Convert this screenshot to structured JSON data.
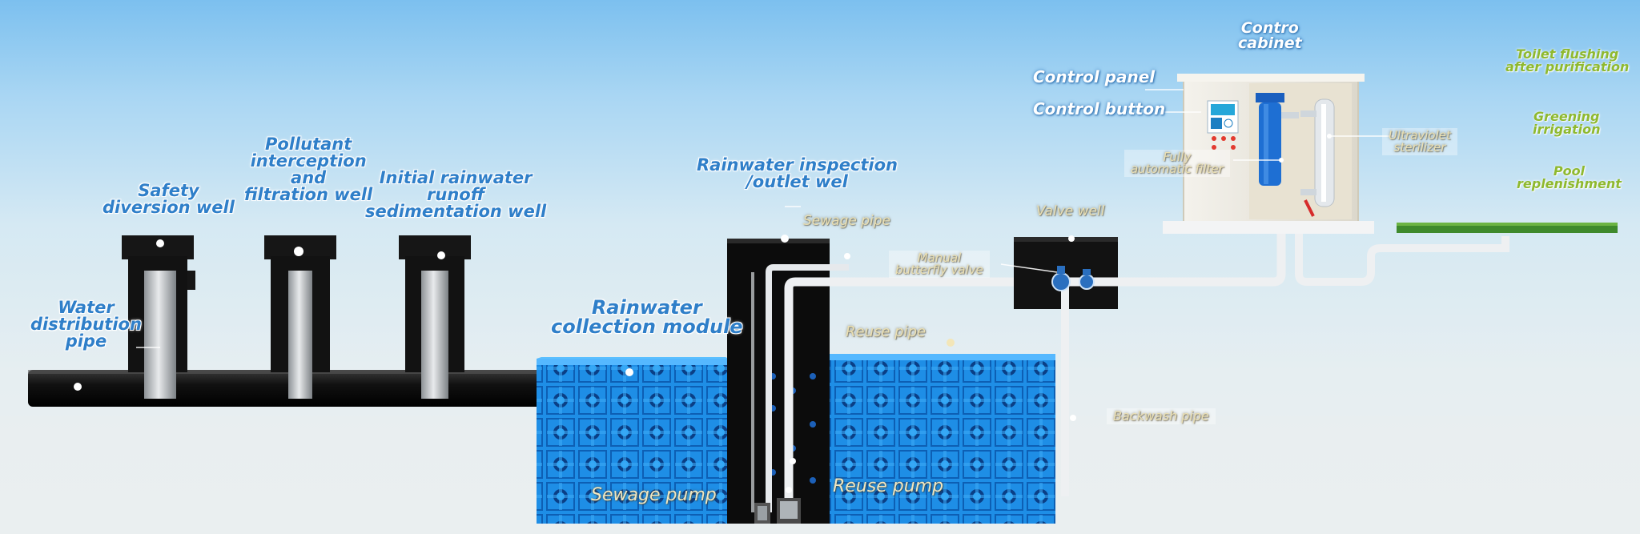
{
  "labels": {
    "water_distribution_pipe": [
      "Water",
      "distribution",
      "pipe"
    ],
    "safety_diversion_well": [
      "Safety",
      "diversion well"
    ],
    "pollutant_interception_well": [
      "Pollutant",
      "interception",
      "and",
      "filtration well"
    ],
    "initial_rainwater_well": [
      "Initial rainwater",
      "runoff",
      "sedimentation well"
    ],
    "rainwater_collection_module": [
      "Rainwater",
      "collection module"
    ],
    "rainwater_inspection_well": [
      "Rainwater inspection",
      "/outlet wel"
    ],
    "sewage_pipe": "Sewage pipe",
    "reuse_pipe": "Reuse pipe",
    "sewage_pump": "Sewage pump",
    "reuse_pump": "Reuse pump",
    "manual_butterfly_valve": [
      "Manual",
      "butterfly valve"
    ],
    "valve_well": "Valve well",
    "backwash_pipe": "Backwash pipe",
    "control_panel": "Control panel",
    "control_button": "Control button",
    "control_cabinet": [
      "Contro",
      "cabinet"
    ],
    "fully_automatic_filter": [
      "Fully",
      "automatic filter"
    ],
    "ultraviolet_sterilizer": [
      "Ultraviolet",
      "sterilizer"
    ],
    "toilet_flushing": [
      "Toilet flushing",
      "after purification"
    ],
    "greening_irrigation": [
      "Greening",
      "irrigation"
    ],
    "pool_replenishment": [
      "Pool",
      "replenishment"
    ]
  },
  "colors": {
    "module_blue": "#1f8fe6",
    "well_black": "#151515",
    "pipe_white": "#f2f4f6",
    "label_blue": "#2f7fc9",
    "label_cream": "#eadfb2",
    "label_green": "#8fb92f",
    "lawn_green": "#3f8a2c"
  },
  "icons": [
    "gauge-dial-icon",
    "indicator-light-icon",
    "butterfly-valve-icon",
    "pump-icon"
  ]
}
